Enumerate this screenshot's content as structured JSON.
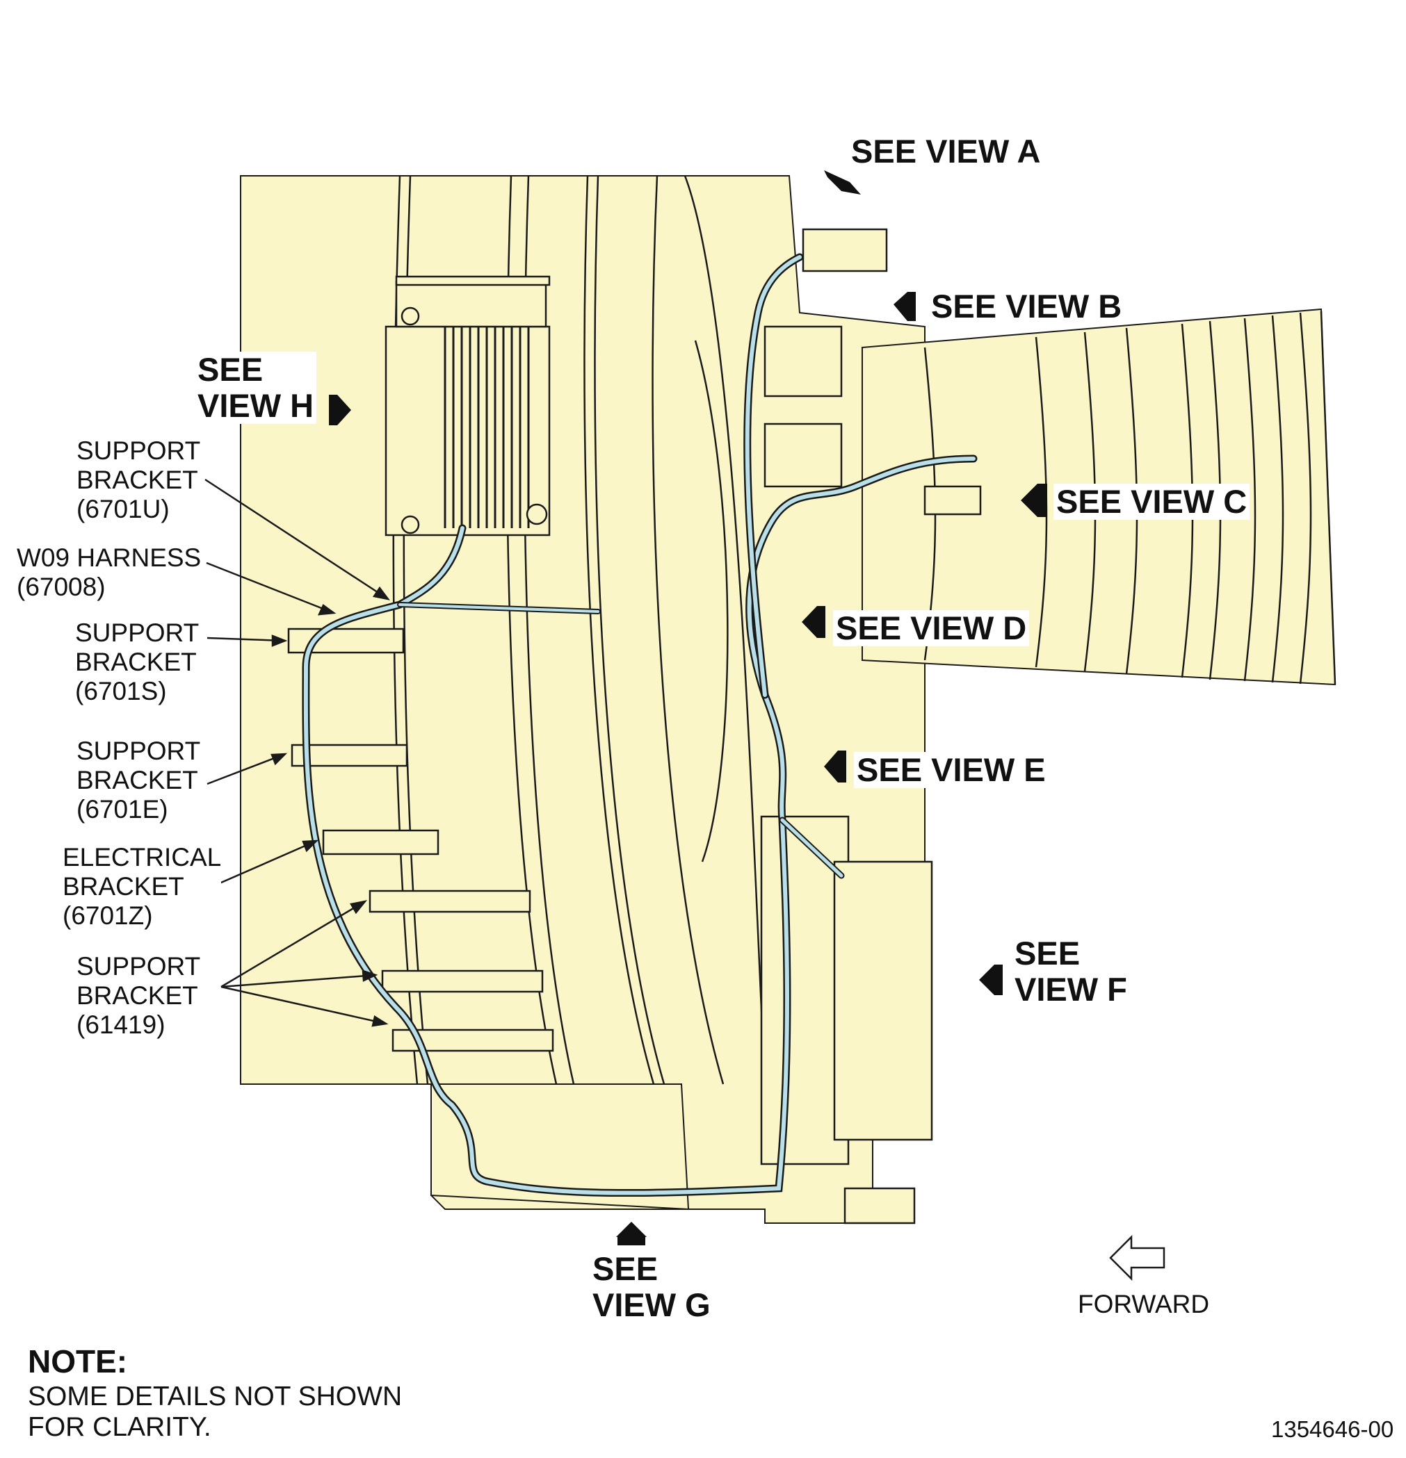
{
  "callouts": {
    "view_a": "SEE VIEW A",
    "view_b": "SEE VIEW B",
    "view_c": "SEE VIEW C",
    "view_d": "SEE VIEW D",
    "view_e": "SEE VIEW E",
    "view_f": "SEE\nVIEW F",
    "view_g": "SEE\nVIEW G",
    "view_h": "SEE\nVIEW H"
  },
  "labels": {
    "support_bracket_6701u": "SUPPORT\nBRACKET\n(6701U)",
    "w09_harness": "W09 HARNESS\n(67008)",
    "support_bracket_6701s": "SUPPORT\nBRACKET\n(6701S)",
    "support_bracket_6701e": "SUPPORT\nBRACKET\n(6701E)",
    "electrical_bracket_6701z": "ELECTRICAL\nBRACKET\n(6701Z)",
    "support_bracket_61419": "SUPPORT\nBRACKET\n(61419)"
  },
  "direction": {
    "forward": "FORWARD"
  },
  "note": {
    "heading": "NOTE:",
    "text": "SOME DETAILS NOT SHOWN\nFOR CLARITY."
  },
  "figure_id": "1354646-00",
  "colors": {
    "engine_fill": "#fbf6c8",
    "harness": "#b9dfe8",
    "line": "#1a1a1a",
    "background": "#ffffff"
  }
}
